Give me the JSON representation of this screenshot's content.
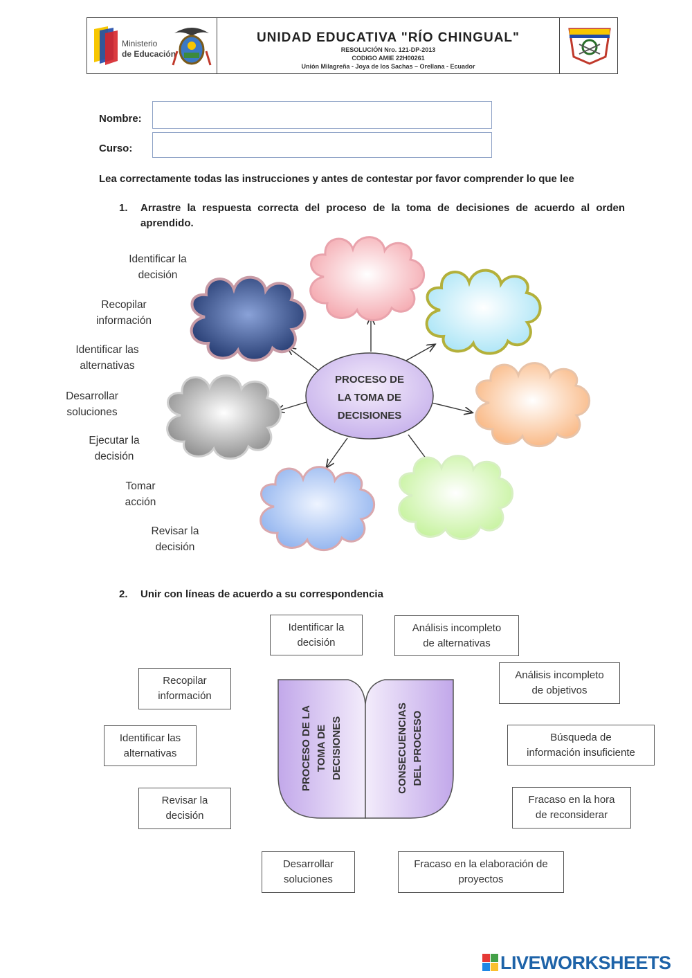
{
  "header": {
    "ministry_line1": "Ministerio",
    "ministry_line2": "de Educación",
    "school": "UNIDAD EDUCATIVA  \"RÍO CHINGUAL\"",
    "resolution": "RESOLUCIÓN Nro. 121-DP-2013",
    "code": "CODIGO AMIE 22H00261",
    "address": "Unión Milagreña - Joya  de los Sachas – Orellana - Ecuador"
  },
  "form": {
    "name_label": "Nombre:",
    "course_label": "Curso:",
    "name_value": "",
    "course_value": ""
  },
  "instructions": "Lea correctamente todas las instrucciones y antes de contestar por favor comprender lo que lee",
  "q1": {
    "number": "1.",
    "text": "Arrastre la respuesta correcta del proceso de la toma de decisiones  de acuerdo al orden aprendido.",
    "center": "PROCESO DE\nLA TOMA DE\nDECISIONES",
    "words": [
      "Identificar la\ndecisión",
      "Recopilar\ninformación",
      "Identificar las\nalternativas",
      "Desarrollar\nsoluciones",
      "Ejecutar la\ndecisión",
      "Tomar\nacción",
      "Revisar la\ndecisión"
    ],
    "cloud_colors": [
      "#f4a5ac",
      "#a8e4f6",
      "#f9b47d",
      "#c4f29a",
      "#8fb2ee",
      "#a8a8a8",
      "#2f4a8a"
    ]
  },
  "q2": {
    "number": "2.",
    "text": "Unir con líneas de acuerdo a su correspondencia",
    "left_title": "PROCESO DE LA\nTOMA DE\nDECISIONES",
    "right_title": "CONSECUENCIAS\nDEL PROCESO",
    "left_boxes": [
      "Identificar la\ndecisión",
      "Recopilar\ninformación",
      "Identificar las\nalternativas",
      "Revisar la\ndecisión",
      "Desarrollar\nsoluciones"
    ],
    "right_boxes": [
      "Análisis incompleto\nde alternativas",
      "Análisis incompleto\nde objetivos",
      "Búsqueda de\ninformación insuficiente",
      "Fracaso en la hora\nde reconsiderar",
      "Fracaso en la elaboración de\nproyectos"
    ]
  },
  "footer": {
    "brand": "LIVEWORKSHEETS"
  }
}
